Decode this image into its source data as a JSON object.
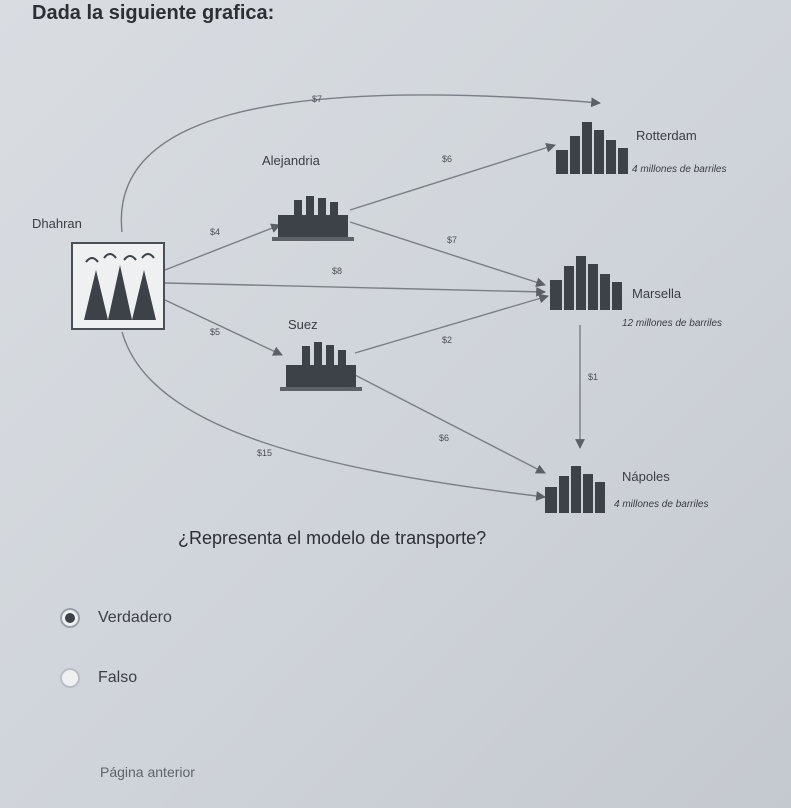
{
  "question": {
    "title": "Dada la siguiente grafica:",
    "prompt": "¿Representa el modelo de transporte?"
  },
  "diagram": {
    "nodes": {
      "source": "Dhahran",
      "transit_1": "Alejandria",
      "transit_2": "Suez",
      "dest_1": "Rotterdam",
      "dest_2": "Marsella",
      "dest_3": "Nápoles"
    },
    "supplies": {
      "rotterdam": "4 millones de barriles",
      "marsella": "12 millones de barriles",
      "napoles": "4 millones de barriles"
    },
    "costs": {
      "dhahran_rotterdam": "$7",
      "alejandria_rotterdam": "$6",
      "dhahran_alejandria": "$4",
      "alejandria_marsella": "$7",
      "dhahran_marsella": "$8",
      "dhahran_suez": "$5",
      "suez_marsella": "$2",
      "marsella_napoles": "$1",
      "suez_napoles": "$6",
      "dhahran_napoles": "$15"
    }
  },
  "options": [
    {
      "label": "Verdadero",
      "selected": true
    },
    {
      "label": "Falso",
      "selected": false
    }
  ],
  "navigation": {
    "previous": "Página anterior"
  }
}
